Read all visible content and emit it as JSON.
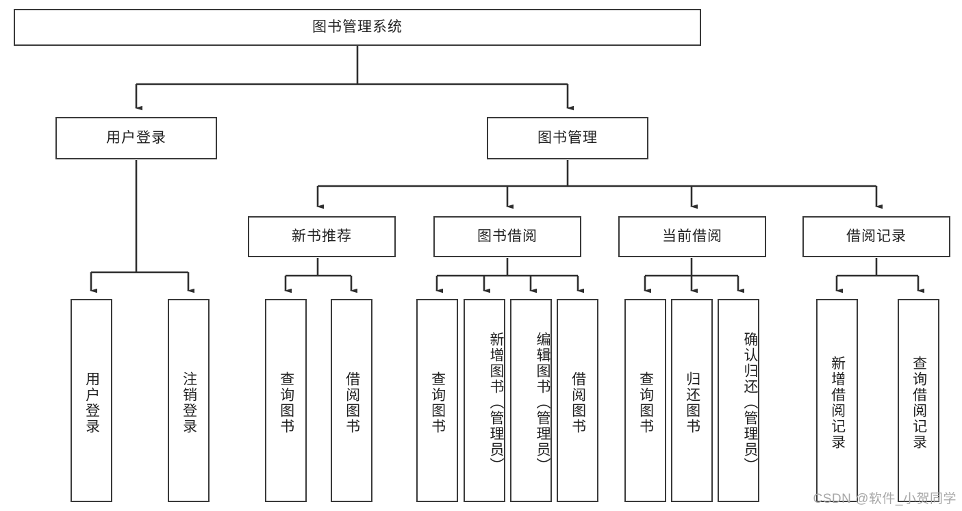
{
  "diagram": {
    "title": "图书管理系统",
    "root": {
      "id": "root",
      "label": "图书管理系统"
    },
    "level1": [
      {
        "id": "user-login",
        "label": "用户登录"
      },
      {
        "id": "book-manage",
        "label": "图书管理"
      }
    ],
    "level2": [
      {
        "id": "new-book-recommend",
        "label": "新书推荐"
      },
      {
        "id": "book-borrow",
        "label": "图书借阅"
      },
      {
        "id": "current-borrow",
        "label": "当前借阅"
      },
      {
        "id": "borrow-record",
        "label": "借阅记录"
      }
    ],
    "leaves": {
      "user_login": [
        {
          "id": "leaf-user-login",
          "label": "用户登录"
        },
        {
          "id": "leaf-logout-login",
          "label": "注销登录"
        }
      ],
      "new_book_recommend": [
        {
          "id": "leaf-query-book-1",
          "label": "查询图书"
        },
        {
          "id": "leaf-borrow-book-1",
          "label": "借阅图书"
        }
      ],
      "book_borrow": [
        {
          "id": "leaf-query-book-2",
          "label": "查询图书"
        },
        {
          "id": "leaf-add-book",
          "label": "新增图书（管理员）"
        },
        {
          "id": "leaf-edit-book",
          "label": "编辑图书（管理员）"
        },
        {
          "id": "leaf-borrow-book-2",
          "label": "借阅图书"
        }
      ],
      "current_borrow": [
        {
          "id": "leaf-query-book-3",
          "label": "查询图书"
        },
        {
          "id": "leaf-return-book",
          "label": "归还图书"
        },
        {
          "id": "leaf-confirm-return",
          "label": "确认归还（管理员）"
        }
      ],
      "borrow_record": [
        {
          "id": "leaf-add-record",
          "label": "新增借阅记录"
        },
        {
          "id": "leaf-query-record",
          "label": "查询借阅记录"
        }
      ]
    }
  },
  "watermark": {
    "text": "CSDN @软件_小贺同学"
  },
  "colors": {
    "stroke": "#3a3a3a",
    "fill": "#ffffff",
    "text": "#222222",
    "watermark": "#a8a8a8"
  }
}
